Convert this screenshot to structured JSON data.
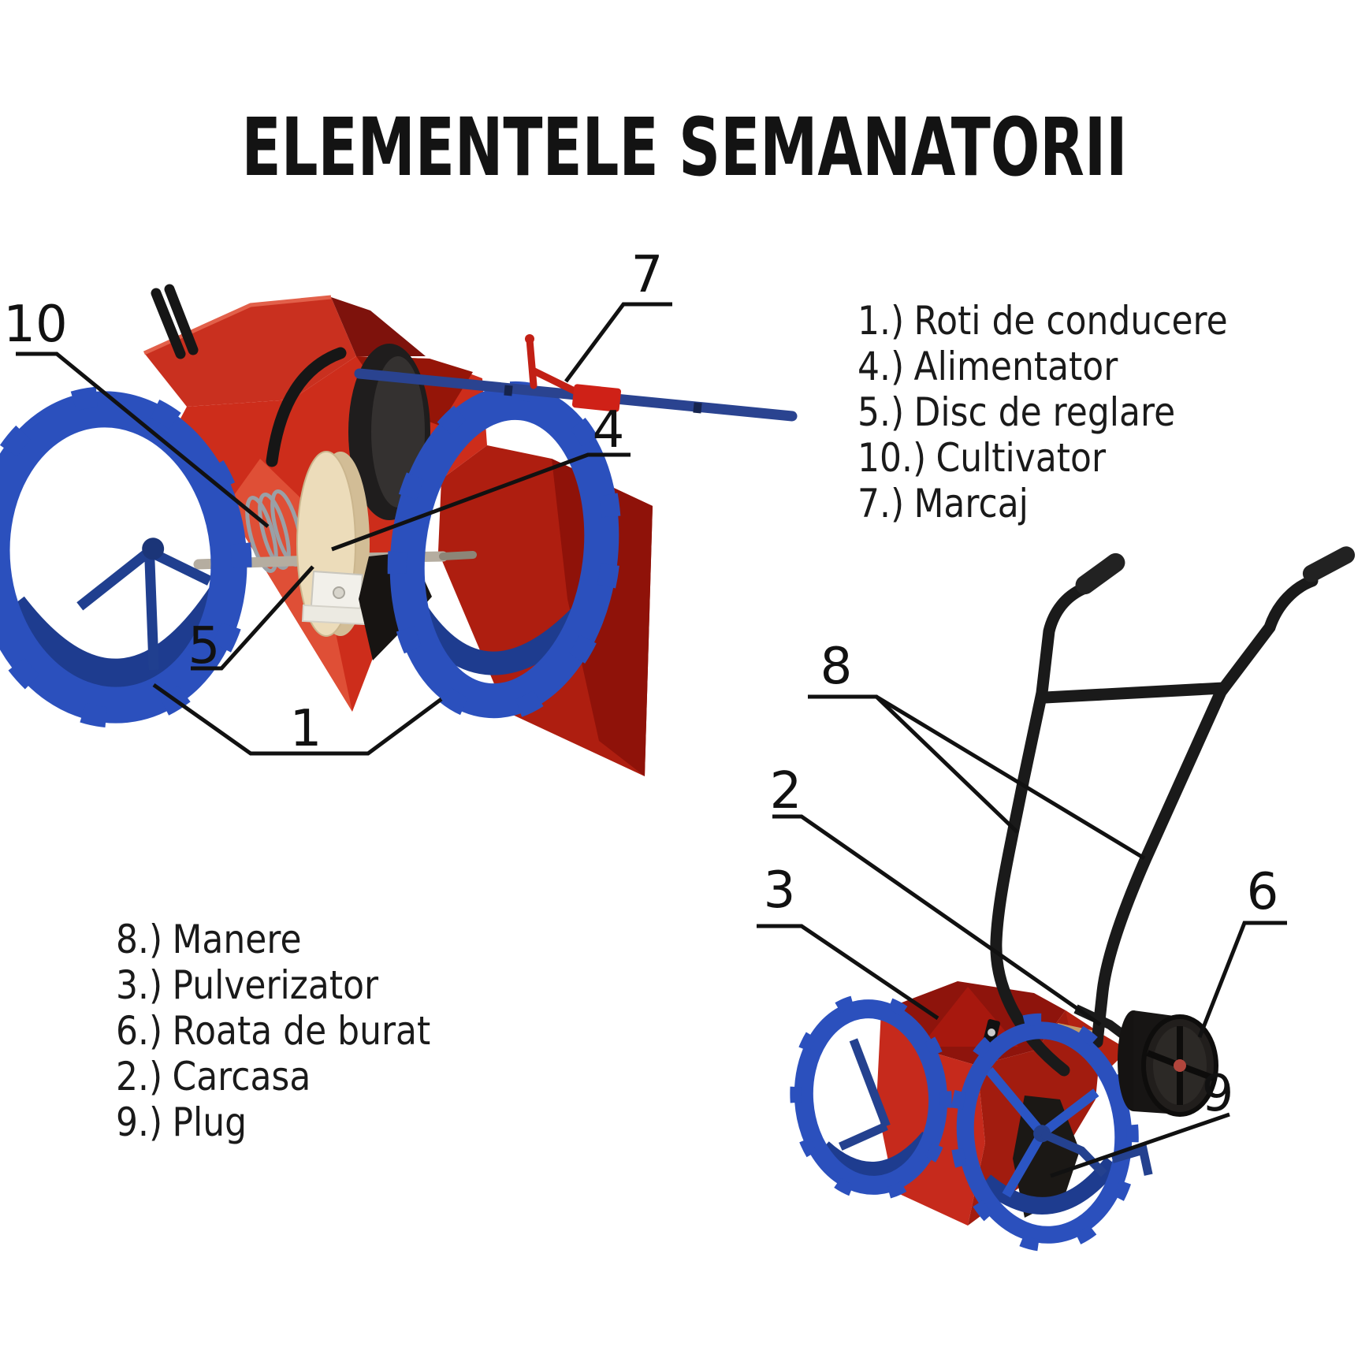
{
  "title": "ELEMENTELE SEMANATORII",
  "legend_right": [
    {
      "ref": "1.)",
      "label": "Roti de conducere"
    },
    {
      "ref": "4.)",
      "label": "Alimentator"
    },
    {
      "ref": "5.)",
      "label": "Disc de reglare"
    },
    {
      "ref": "10.)",
      "label": "Cultivator"
    },
    {
      "ref": "7.)",
      "label": "Marcaj"
    }
  ],
  "legend_left": [
    {
      "ref": "8.)",
      "label": "Manere"
    },
    {
      "ref": "3.)",
      "label": "Pulverizator"
    },
    {
      "ref": "6.)",
      "label": "Roata de burat"
    },
    {
      "ref": "2.)",
      "label": "Carcasa"
    },
    {
      "ref": "9.)",
      "label": "Plug"
    }
  ],
  "callouts": {
    "n1": "1",
    "n2": "2",
    "n3": "3",
    "n4": "4",
    "n5": "5",
    "n6": "6",
    "n7": "7",
    "n8": "8",
    "n9": "9",
    "n10": "10"
  },
  "colors": {
    "machine_red": "#c62a1c",
    "wheel_blue": "#2b50bd",
    "wheel_blue_dark": "#1d3a8c",
    "steel_black": "#1a1a1a",
    "marker_rod_blue": "#2a4390",
    "feeder_disc_cream": "#ecdcba",
    "line_black": "#111111"
  }
}
